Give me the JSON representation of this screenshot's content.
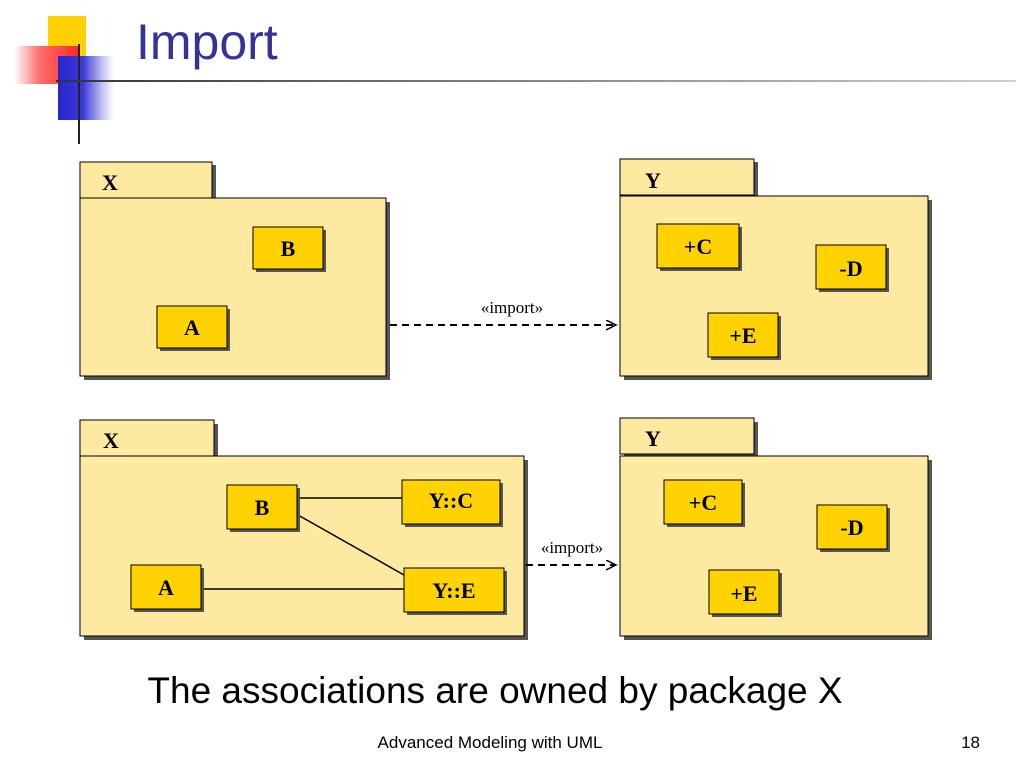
{
  "slide": {
    "title": "Import",
    "caption": "The associations are owned by package X",
    "footer": "Advanced Modeling with UML",
    "page_number": "18"
  },
  "diagram_top": {
    "package_x": {
      "name": "X",
      "classes": [
        "B",
        "A"
      ]
    },
    "package_y": {
      "name": "Y",
      "classes": [
        "+C",
        "-D",
        "+E"
      ]
    },
    "dependency_label": "«import»"
  },
  "diagram_bottom": {
    "package_x": {
      "name": "X",
      "classes": [
        "B",
        "Y::C",
        "A",
        "Y::E"
      ]
    },
    "package_y": {
      "name": "Y",
      "classes": [
        "+C",
        "-D",
        "+E"
      ]
    },
    "dependency_label": "«import»"
  },
  "colors": {
    "package_fill": "#fde9a0",
    "class_fill": "#ffd200",
    "title": "#333399"
  }
}
